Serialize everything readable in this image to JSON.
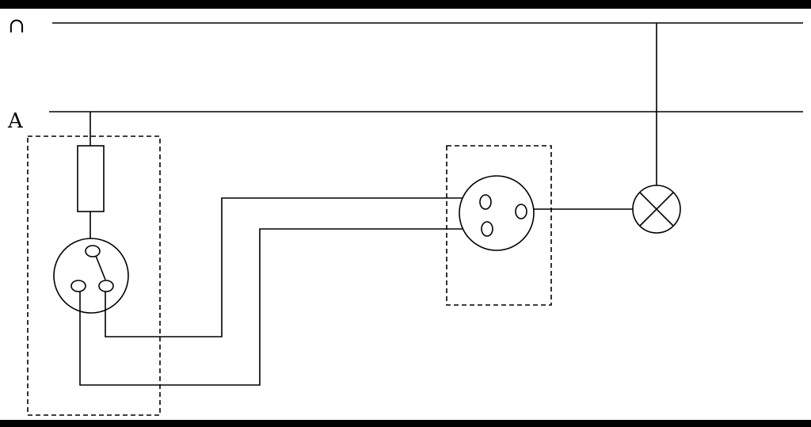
{
  "diagram": {
    "labels": {
      "top_line": "∩",
      "bottom_line": "A"
    },
    "colors": {
      "background": "#ffffff",
      "frame": "#000000",
      "stroke": "#000000"
    },
    "components": [
      "fuse",
      "two-way-switch",
      "three-pin-socket",
      "lamp"
    ]
  }
}
